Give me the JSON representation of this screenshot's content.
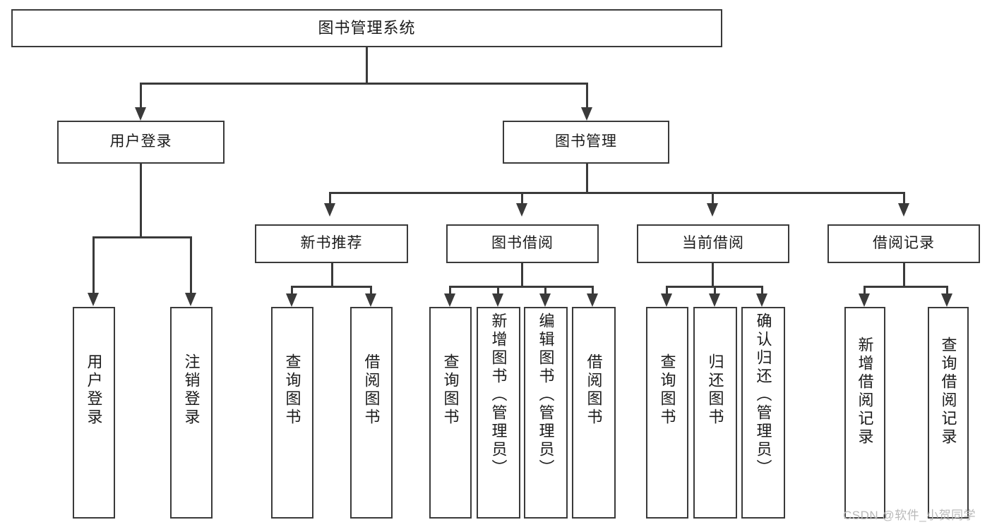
{
  "diagram": {
    "type": "tree-hierarchy",
    "title": "图书管理系统",
    "watermark": "CSDN @软件_小贺同学",
    "colors": {
      "stroke": "#3a3a3a",
      "fill": "#ffffff",
      "text": "#1b1b1b",
      "watermark": "#b9b9b9"
    },
    "root": {
      "label": "图书管理系统"
    },
    "level2": [
      {
        "label": "用户登录"
      },
      {
        "label": "图书管理"
      }
    ],
    "level3": [
      {
        "label": "新书推荐"
      },
      {
        "label": "图书借阅"
      },
      {
        "label": "当前借阅"
      },
      {
        "label": "借阅记录"
      }
    ],
    "leaves": {
      "user_login": [
        {
          "label": "用户登录"
        },
        {
          "label": "注销登录"
        }
      ],
      "new_book_recommend": [
        {
          "label": "查询图书"
        },
        {
          "label": "借阅图书"
        }
      ],
      "book_borrow": [
        {
          "label": "查询图书"
        },
        {
          "label": "新增图书（管理员）"
        },
        {
          "label": "编辑图书（管理员）"
        },
        {
          "label": "借阅图书"
        }
      ],
      "current_borrow": [
        {
          "label": "查询图书"
        },
        {
          "label": "归还图书"
        },
        {
          "label": "确认归还（管理员）"
        }
      ],
      "borrow_record": [
        {
          "label": "新增借阅记录"
        },
        {
          "label": "查询借阅记录"
        }
      ]
    }
  }
}
